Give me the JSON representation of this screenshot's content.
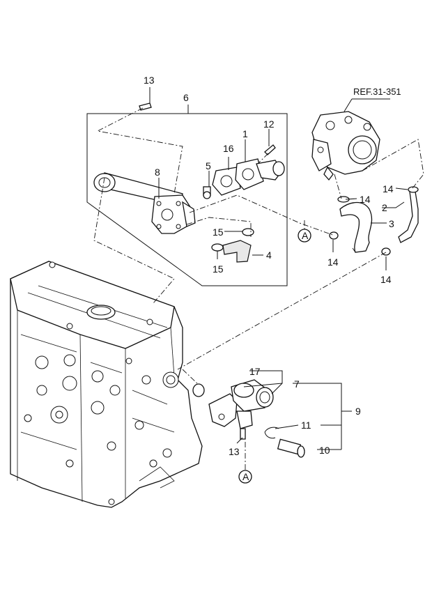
{
  "reference": "REF.31-351",
  "callouts": {
    "p1": "1",
    "p2": "2",
    "p3": "3",
    "p4": "4",
    "p5": "5",
    "p6": "6",
    "p7": "7",
    "p8": "8",
    "p9": "9",
    "p10": "10",
    "p11": "11",
    "p12": "12",
    "p13a": "13",
    "p13b": "13",
    "p14a": "14",
    "p14b": "14",
    "p14c": "14",
    "p14d": "14",
    "p15a": "15",
    "p15b": "15",
    "p16": "16",
    "p17": "17",
    "markerA1": "A",
    "markerA2": "A"
  }
}
